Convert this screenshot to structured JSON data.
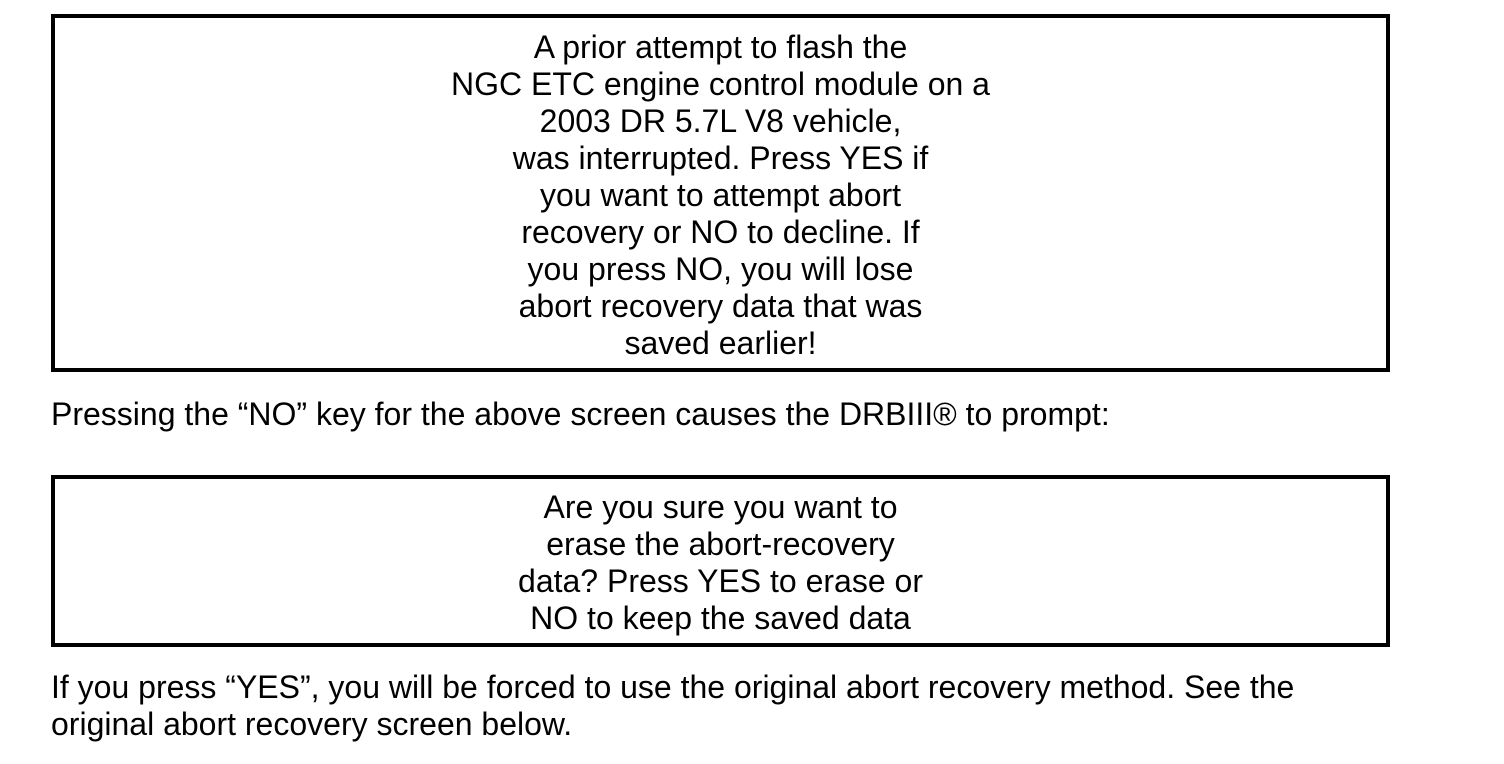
{
  "page": {
    "background_color": "#ffffff",
    "text_color": "#000000",
    "border_color": "#000000"
  },
  "screens": [
    {
      "name": "abort-recovery-prompt",
      "lines": [
        "A prior attempt to flash the",
        "NGC ETC engine control module on a",
        "2003 DR 5.7L V8 vehicle,",
        "was interrupted. Press YES if",
        "you want to attempt abort",
        "recovery or NO to decline. If",
        "you press NO, you will lose",
        "abort recovery data that was",
        "saved earlier!"
      ]
    },
    {
      "name": "erase-confirmation-prompt",
      "lines": [
        "Are you sure you want to",
        "erase the abort-recovery",
        "data? Press YES to erase or",
        "NO to keep the saved data"
      ]
    }
  ],
  "paragraphs": [
    {
      "name": "after-first-screen",
      "lines": [
        "Pressing the “NO” key for the above screen causes the DRBIII® to prompt:"
      ]
    },
    {
      "name": "after-second-screen",
      "lines": [
        "If you press “YES”, you will be forced to use the original abort recovery method. See the",
        "original abort recovery screen below."
      ]
    }
  ]
}
